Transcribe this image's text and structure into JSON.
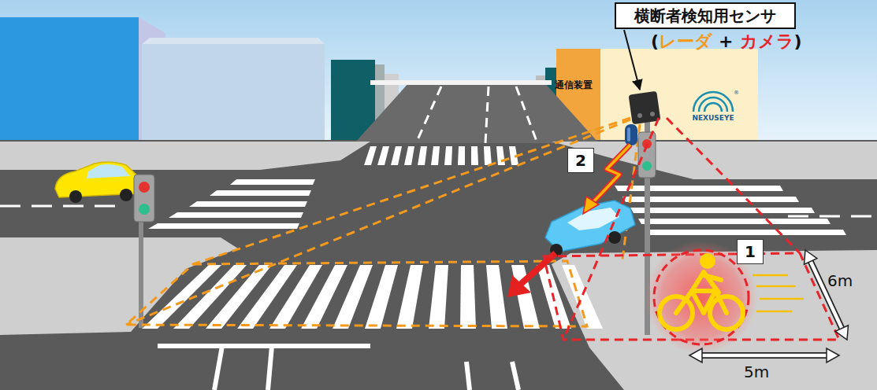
{
  "diagram": {
    "nodes": [
      {
        "text": [
          "横断者検知用センサ"
        ]
      }
    ],
    "labels": [
      "(",
      "レーダ",
      "+",
      "カメラ",
      ")",
      "通信装置",
      "NEXUSEYE",
      "®",
      "2",
      "1",
      "6m",
      "5m"
    ]
  }
}
